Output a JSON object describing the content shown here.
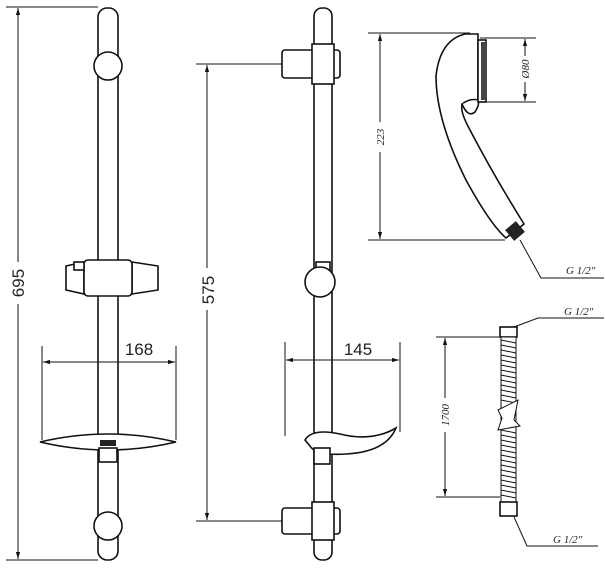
{
  "drawing": {
    "front_view": {
      "height_label": "695",
      "dish_width_label": "168"
    },
    "side_view": {
      "bracket_distance_label": "575",
      "dish_depth_label": "145"
    },
    "hand_shower": {
      "length_label": "223",
      "head_diameter_label": "Ø80",
      "thread_label": "G 1/2\""
    },
    "hose": {
      "length_label": "1700",
      "top_thread_label": "G 1/2\"",
      "bottom_thread_label": "G 1/2\""
    }
  }
}
